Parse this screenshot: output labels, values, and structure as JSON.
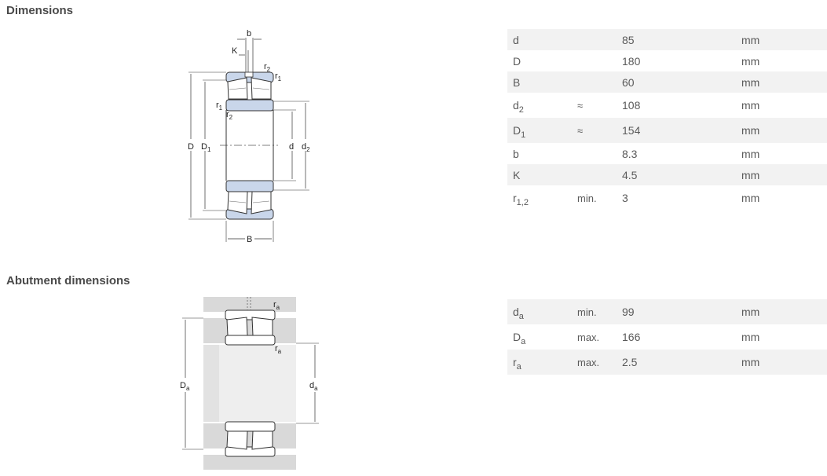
{
  "sections": {
    "dimensions": {
      "title": "Dimensions"
    },
    "abutment": {
      "title": "Abutment dimensions"
    }
  },
  "figure_labels": {
    "b": "b",
    "K": "K",
    "r": "r",
    "sub1": "1",
    "sub2": "2",
    "D": "D",
    "D1": "D",
    "d": "d",
    "d2": "d",
    "B": "B",
    "Da": "D",
    "da": "d",
    "ra": "r",
    "subA": "a"
  },
  "dimensions": [
    {
      "symbol": "d",
      "sub": "",
      "qualifier": "",
      "value": "85",
      "unit": "mm"
    },
    {
      "symbol": "D",
      "sub": "",
      "qualifier": "",
      "value": "180",
      "unit": "mm"
    },
    {
      "symbol": "B",
      "sub": "",
      "qualifier": "",
      "value": "60",
      "unit": "mm"
    },
    {
      "symbol": "d",
      "sub": "2",
      "qualifier": "≈",
      "value": "108",
      "unit": "mm"
    },
    {
      "symbol": "D",
      "sub": "1",
      "qualifier": "≈",
      "value": "154",
      "unit": "mm"
    },
    {
      "symbol": "b",
      "sub": "",
      "qualifier": "",
      "value": "8.3",
      "unit": "mm"
    },
    {
      "symbol": "K",
      "sub": "",
      "qualifier": "",
      "value": "4.5",
      "unit": "mm"
    },
    {
      "symbol": "r",
      "sub": "1,2",
      "qualifier": "min.",
      "value": "3",
      "unit": "mm"
    }
  ],
  "abutment_dimensions": [
    {
      "symbol": "d",
      "sub": "a",
      "qualifier": "min.",
      "value": "99",
      "unit": "mm"
    },
    {
      "symbol": "D",
      "sub": "a",
      "qualifier": "max.",
      "value": "166",
      "unit": "mm"
    },
    {
      "symbol": "r",
      "sub": "a",
      "qualifier": "max.",
      "value": "2.5",
      "unit": "mm"
    }
  ]
}
